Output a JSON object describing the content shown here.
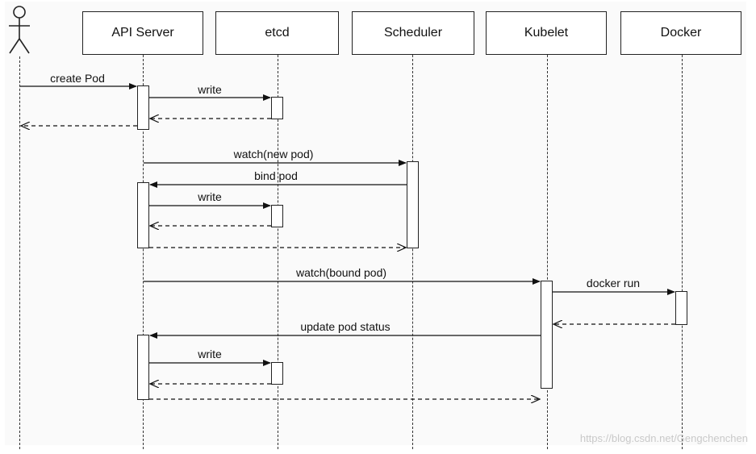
{
  "participants": {
    "api_server": "API Server",
    "etcd": "etcd",
    "scheduler": "Scheduler",
    "kubelet": "Kubelet",
    "docker": "Docker"
  },
  "messages": {
    "create_pod": "create Pod",
    "write_1": "write",
    "watch_new_pod": "watch(new pod)",
    "bind_pod": "bind pod",
    "write_2": "write",
    "watch_bound_pod": "watch(bound pod)",
    "docker_run": "docker run",
    "update_pod_status": "update pod status",
    "write_3": "write"
  },
  "watermark": "https://blog.csdn.net/Gengchenchen"
}
